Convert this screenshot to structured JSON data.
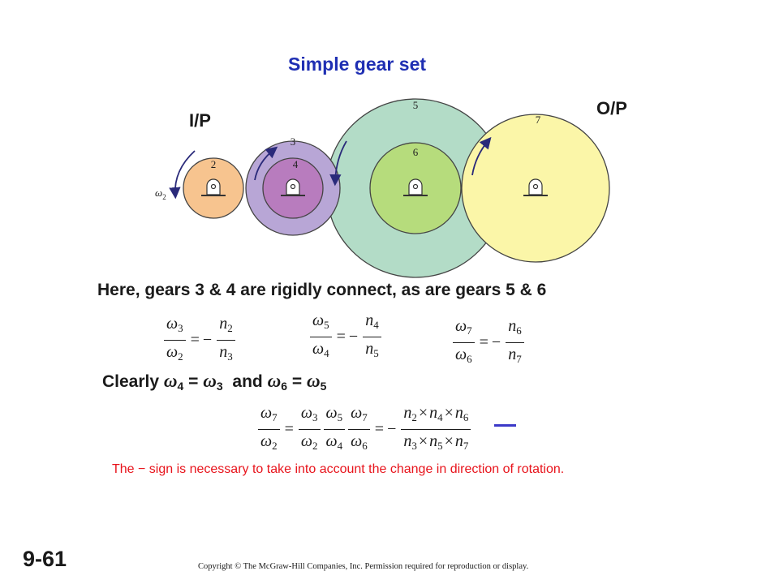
{
  "slide": {
    "title": "Simple gear set",
    "input_label": "I/P",
    "output_label": "O/P",
    "statement": "Here, gears 3 & 4 are rigidly connect, as are gears 5 & 6",
    "clearly_word": "Clearly",
    "and_word": "and",
    "eq_sign": "=",
    "note": "The − sign is necessary to take into account the change in direction of rotation.",
    "slide_number": "9-61",
    "copyright": "Copyright © The McGraw-Hill Companies, Inc. Permission required for reproduction or display."
  },
  "gears": {
    "omega_symbol": "ω",
    "omega_sub": "2",
    "items": [
      {
        "id": "2",
        "color": "#f7c48f"
      },
      {
        "id": "3",
        "color": "#b8a6d6"
      },
      {
        "id": "4",
        "color": "#b87cbe"
      },
      {
        "id": "5",
        "color": "#b3dcc7"
      },
      {
        "id": "6",
        "color": "#b6dc7c"
      },
      {
        "id": "7",
        "color": "#fbf6a8"
      }
    ],
    "arrow_color": "#2a2a7a"
  },
  "equations": {
    "omega": "ω",
    "n": "n",
    "minus": "−",
    "times": "×",
    "equals": "=",
    "s": [
      "2",
      "3",
      "4",
      "5",
      "6",
      "7"
    ]
  },
  "colors": {
    "title": "#1f2fb3",
    "note": "#e8141c",
    "mark": "#3c39c8"
  }
}
